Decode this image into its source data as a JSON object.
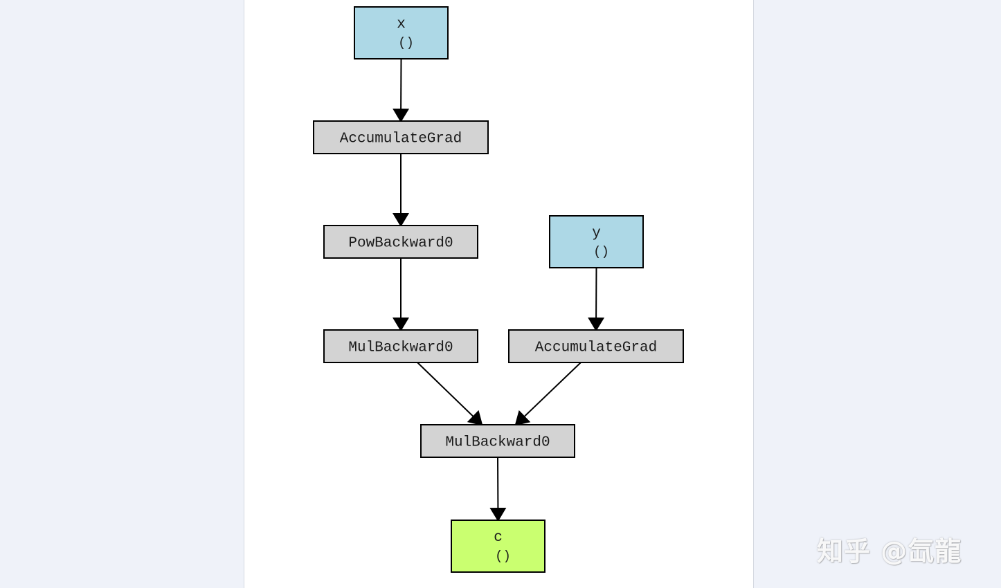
{
  "diagram": {
    "nodes": [
      {
        "id": "x",
        "label": "x",
        "sub": "()",
        "kind": "leaf"
      },
      {
        "id": "acc1",
        "label": "AccumulateGrad",
        "sub": "",
        "kind": "op"
      },
      {
        "id": "pow",
        "label": "PowBackward0",
        "sub": "",
        "kind": "op"
      },
      {
        "id": "mul1",
        "label": "MulBackward0",
        "sub": "",
        "kind": "op"
      },
      {
        "id": "y",
        "label": "y",
        "sub": "()",
        "kind": "leaf"
      },
      {
        "id": "acc2",
        "label": "AccumulateGrad",
        "sub": "",
        "kind": "op"
      },
      {
        "id": "mul2",
        "label": "MulBackward0",
        "sub": "",
        "kind": "op"
      },
      {
        "id": "c",
        "label": "c",
        "sub": "()",
        "kind": "output"
      }
    ],
    "edges": [
      {
        "from": "x",
        "to": "acc1"
      },
      {
        "from": "acc1",
        "to": "pow"
      },
      {
        "from": "pow",
        "to": "mul1"
      },
      {
        "from": "y",
        "to": "acc2"
      },
      {
        "from": "mul1",
        "to": "mul2"
      },
      {
        "from": "acc2",
        "to": "mul2"
      },
      {
        "from": "mul2",
        "to": "c"
      }
    ],
    "colors": {
      "leaf": "#add8e6",
      "op": "#d3d3d3",
      "output": "#caff70",
      "stroke": "#000000"
    }
  },
  "watermark": {
    "text": "知乎 @氙龍"
  }
}
